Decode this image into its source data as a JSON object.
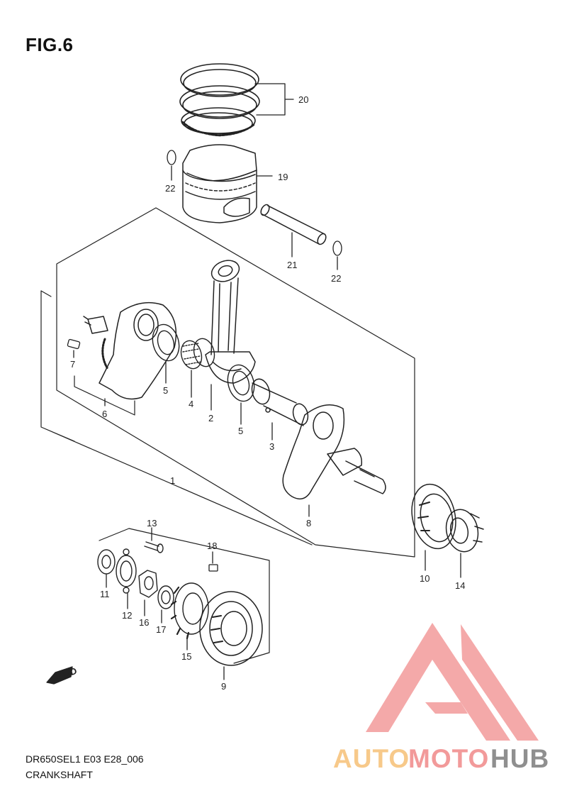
{
  "figure": {
    "title": "FIG.6"
  },
  "footer": {
    "model_code": "DR650SEL1 E03 E28_006",
    "diagram_name": "CRANKSHAFT"
  },
  "watermark": {
    "word_auto": "AUTO",
    "word_moto": "MOTO",
    "word_hub": "HUB",
    "colors": {
      "auto": "#f7c98a",
      "moto": "#f29a9a",
      "hub": "#8f8f8f",
      "logo": "#f29a9a"
    }
  },
  "fwd_badge": {
    "label": "FWD"
  },
  "callouts": {
    "c1": "1",
    "c2": "2",
    "c3": "3",
    "c4": "4",
    "c5a": "5",
    "c5b": "5",
    "c6": "6",
    "c7": "7",
    "c8": "8",
    "c9": "9",
    "c10": "10",
    "c11": "11",
    "c12": "12",
    "c13": "13",
    "c14": "14",
    "c15": "15",
    "c16": "16",
    "c17": "17",
    "c18": "18",
    "c19": "19",
    "c20": "20",
    "c21": "21",
    "c22a": "22",
    "c22b": "22"
  }
}
